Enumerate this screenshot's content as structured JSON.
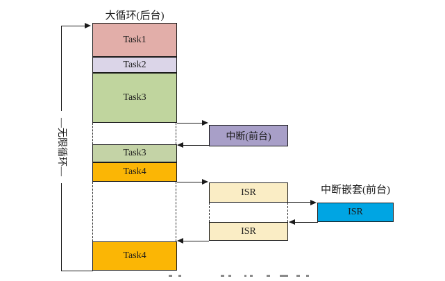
{
  "diagram": {
    "background": {
      "title": "大循环(后台)",
      "infinite_loop_label": "—无限循环—",
      "tasks": [
        {
          "label": "Task1",
          "color": "#E2AEA9"
        },
        {
          "label": "Task2",
          "color": "#DBD5E8"
        },
        {
          "label": "Task3",
          "color": "#C0D59E"
        },
        {
          "label": "Task3",
          "color": "#C4D3A6"
        },
        {
          "label": "Task4",
          "color": "#FBB605"
        },
        {
          "label": "Task4",
          "color": "#FBB605"
        }
      ]
    },
    "foreground": {
      "interrupt": {
        "label": "中断(前台)",
        "color": "#A89FC8"
      },
      "isr1": {
        "label": "ISR",
        "color": "#FAEDC5"
      },
      "isr2": {
        "label": "ISR",
        "color": "#FAEDC5"
      },
      "nested": {
        "title": "中断嵌套(前台)",
        "isr": {
          "label": "ISR",
          "color": "#00A5E3"
        }
      }
    },
    "line_color": "#1a1a1a"
  }
}
